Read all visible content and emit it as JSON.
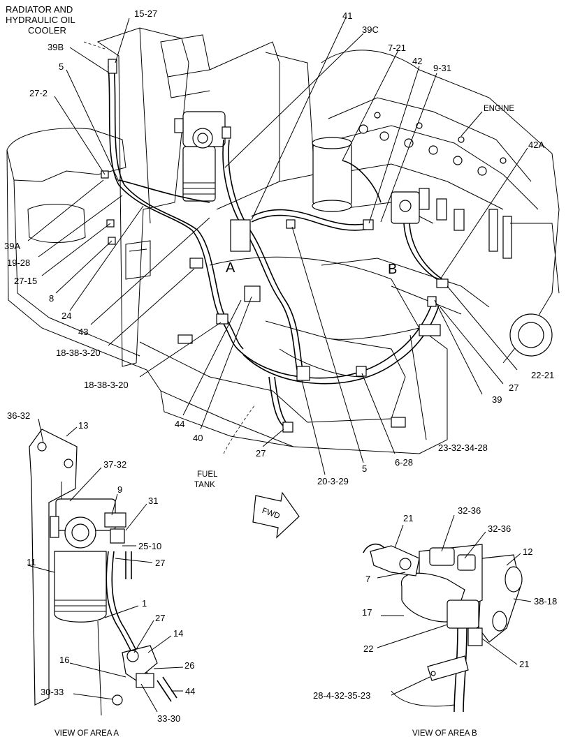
{
  "callouts": {
    "radiator": [
      "RADIATOR AND",
      "HYDRAULIC OIL",
      "COOLER"
    ],
    "engine": "ENGINE",
    "fuel_tank": [
      "FUEL",
      "TANK"
    ],
    "fwd": "FWD",
    "area_a": "A",
    "area_b": "B",
    "c_15_27": "15-27",
    "c_39b": "39B",
    "c_5_top": "5",
    "c_27_2": "27-2",
    "c_39a": "39A",
    "c_19_28": "19-28",
    "c_27_15": "27-15",
    "c_8": "8",
    "c_24": "24",
    "c_43": "43",
    "c_18_38_a": "18-38-3-20",
    "c_18_38_b": "18-38-3-20",
    "c_44": "44",
    "c_40": "40",
    "c_27_tank": "27",
    "c_20_3_29": "20-3-29",
    "c_5_bot": "5",
    "c_6_28": "6-28",
    "c_23_32": "23-32-34-28",
    "c_39": "39",
    "c_27_right": "27",
    "c_22_21": "22-21",
    "c_42a": "42A",
    "c_41": "41",
    "c_39c": "39C",
    "c_7_21": "7-21",
    "c_42": "42",
    "c_9_31": "9-31"
  },
  "view_a": {
    "title": "VIEW OF AREA A",
    "c_36_32": "36-32",
    "c_13": "13",
    "c_37_32": "37-32",
    "c_9": "9",
    "c_31": "31",
    "c_25_10": "25-10",
    "c_27_a": "27",
    "c_11": "11",
    "c_1": "1",
    "c_27_b": "27",
    "c_14": "14",
    "c_16": "16",
    "c_26": "26",
    "c_44": "44",
    "c_30_33": "30-33",
    "c_33_30": "33-30"
  },
  "view_b": {
    "title": "VIEW OF AREA B",
    "c_21_top": "21",
    "c_32_36_a": "32-36",
    "c_32_36_b": "32-36",
    "c_12": "12",
    "c_7": "7",
    "c_38_18": "38-18",
    "c_17": "17",
    "c_22": "22",
    "c_21_bot": "21",
    "c_28_4": "28-4-32-35-23"
  }
}
